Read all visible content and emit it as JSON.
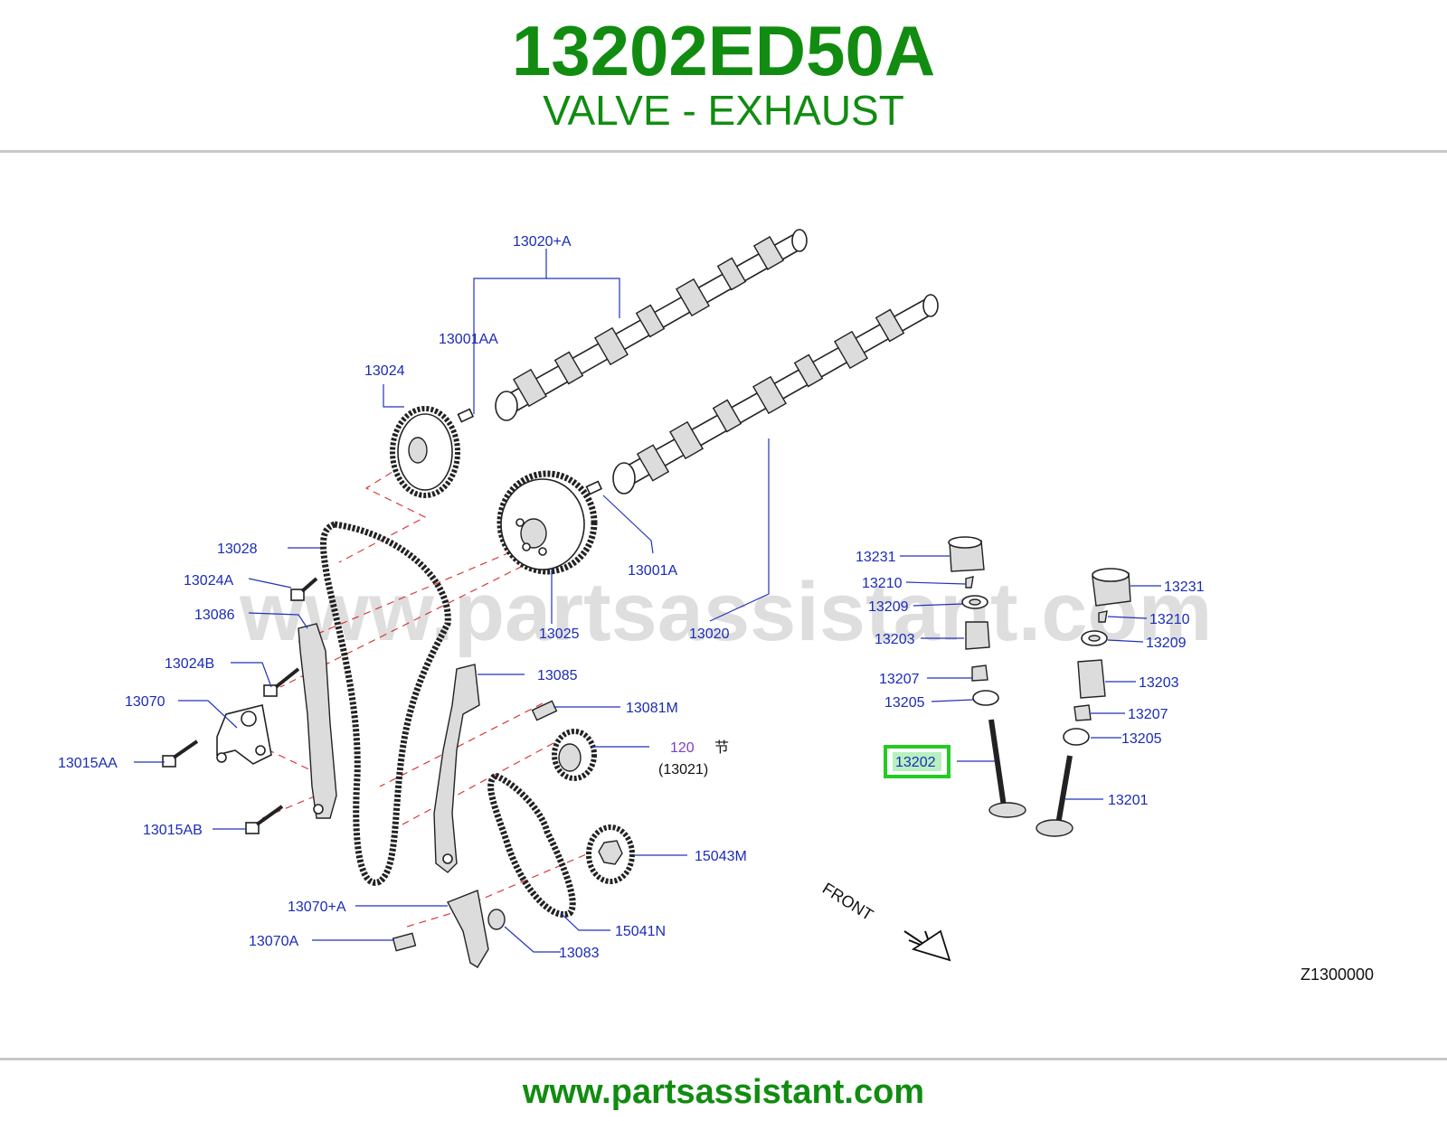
{
  "header": {
    "part_number": "13202ED50A",
    "description": "VALVE - EXHAUST"
  },
  "diagram": {
    "watermark": "www.partsassistant.com",
    "diagram_code": "Z1300000",
    "front_label": "FRONT",
    "highlighted_part": "13202",
    "callouts": {
      "c13020a": "13020+A",
      "c13001aa": "13001AA",
      "c13024": "13024",
      "c13028": "13028",
      "c13024a": "13024A",
      "c13086": "13086",
      "c13024b": "13024B",
      "c13070": "13070",
      "c13015aa": "13015AA",
      "c13015ab": "13015AB",
      "c13070a_plus": "13070+A",
      "c13070a": "13070A",
      "c13025": "13025",
      "c13001a": "13001A",
      "c13020": "13020",
      "c13085": "13085",
      "c13081m": "13081M",
      "c120": "120",
      "c120_mark": "节",
      "c13021": "(13021)",
      "c15043m": "15043M",
      "c15041n": "15041N",
      "c13083": "13083",
      "l13231": "13231",
      "l13210": "13210",
      "l13209": "13209",
      "l13203": "13203",
      "l13207": "13207",
      "l13205": "13205",
      "r13231": "13231",
      "r13210": "13210",
      "r13209": "13209",
      "r13203": "13203",
      "r13207": "13207",
      "r13205": "13205",
      "r13201": "13201"
    }
  },
  "footer": {
    "url": "www.partsassistant.com"
  },
  "colors": {
    "brand_green": "#118c11",
    "callout_blue": "#1a2bb8",
    "leader_blue": "#2233bb",
    "dash_red": "#d92b2b",
    "highlight_green": "#22cc22",
    "highlight_fill": "#b8f0c0"
  }
}
